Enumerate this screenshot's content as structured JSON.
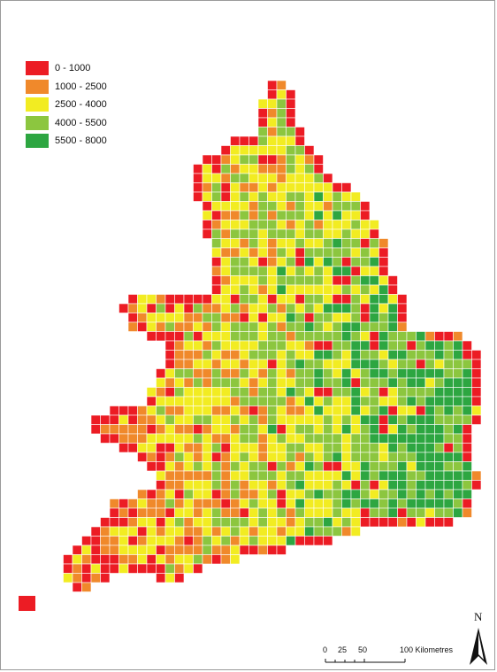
{
  "legend": {
    "items": [
      {
        "label": "0 - 1000",
        "color": "#ec1c24"
      },
      {
        "label": "1000 - 2500",
        "color": "#f0892b"
      },
      {
        "label": "2500 - 4000",
        "color": "#f2ec22"
      },
      {
        "label": "4000 - 5500",
        "color": "#8cc63f"
      },
      {
        "label": "5500 - 8000",
        "color": "#2da641"
      }
    ]
  },
  "scale": {
    "labels": [
      "0",
      "25",
      "50",
      "100 Kilometres"
    ]
  },
  "north": {
    "letter": "N"
  },
  "colors": {
    "frame": "#9a9a9a",
    "grid_line": "#ffffff"
  }
}
